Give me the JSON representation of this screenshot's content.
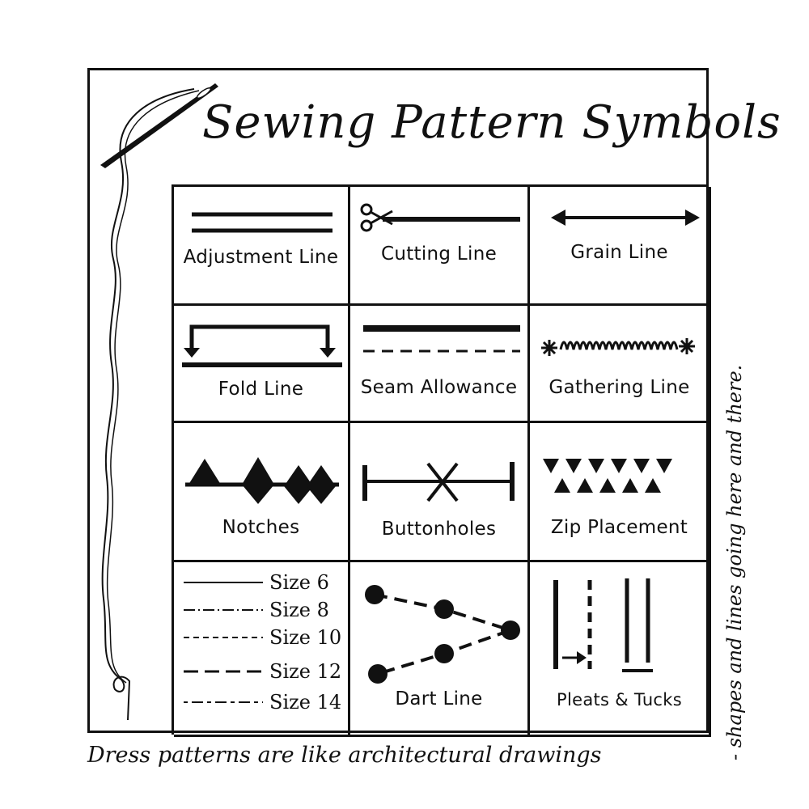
{
  "title": "Sewing Pattern Symbols",
  "symbols": {
    "adjustment": "Adjustment Line",
    "cutting": "Cutting Line",
    "grain": "Grain Line",
    "fold": "Fold Line",
    "seam": "Seam Allowance",
    "gathering": "Gathering Line",
    "notches": "Notches",
    "buttonholes": "Buttonholes",
    "zip": "Zip Placement",
    "dart": "Dart Line",
    "pleats": "Pleats & Tucks"
  },
  "sizes": [
    "Size 6",
    "Size 8",
    "Size 10",
    "Size 12",
    "Size 14"
  ],
  "side_note": "- shapes and lines going here and there.",
  "bottom_note": "Dress patterns are like architectural drawings",
  "icons": [
    "needle-icon",
    "scissors-icon",
    "arrow-icon",
    "triangle-icon",
    "diamond-icon",
    "dot-icon"
  ],
  "ink_color": "#111111"
}
